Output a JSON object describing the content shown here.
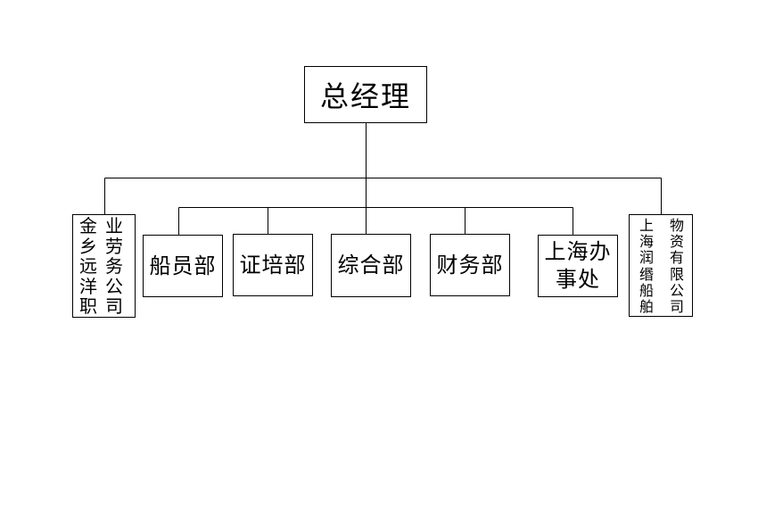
{
  "org_chart": {
    "root": {
      "label": "总经理"
    },
    "departments": [
      {
        "lines": [
          "船员部"
        ]
      },
      {
        "lines": [
          "证培部"
        ]
      },
      {
        "lines": [
          "综合部"
        ]
      },
      {
        "lines": [
          "财务部"
        ]
      },
      {
        "lines": [
          "上海办",
          "事处"
        ]
      }
    ],
    "affiliates": [
      {
        "columns": [
          "金乡远洋职",
          "业劳务公司"
        ]
      },
      {
        "columns": [
          "上海润缗船舶",
          "物资有限公司"
        ]
      }
    ]
  },
  "colors": {
    "background": "#ffffff",
    "line": "#000000",
    "text": "#000000"
  }
}
